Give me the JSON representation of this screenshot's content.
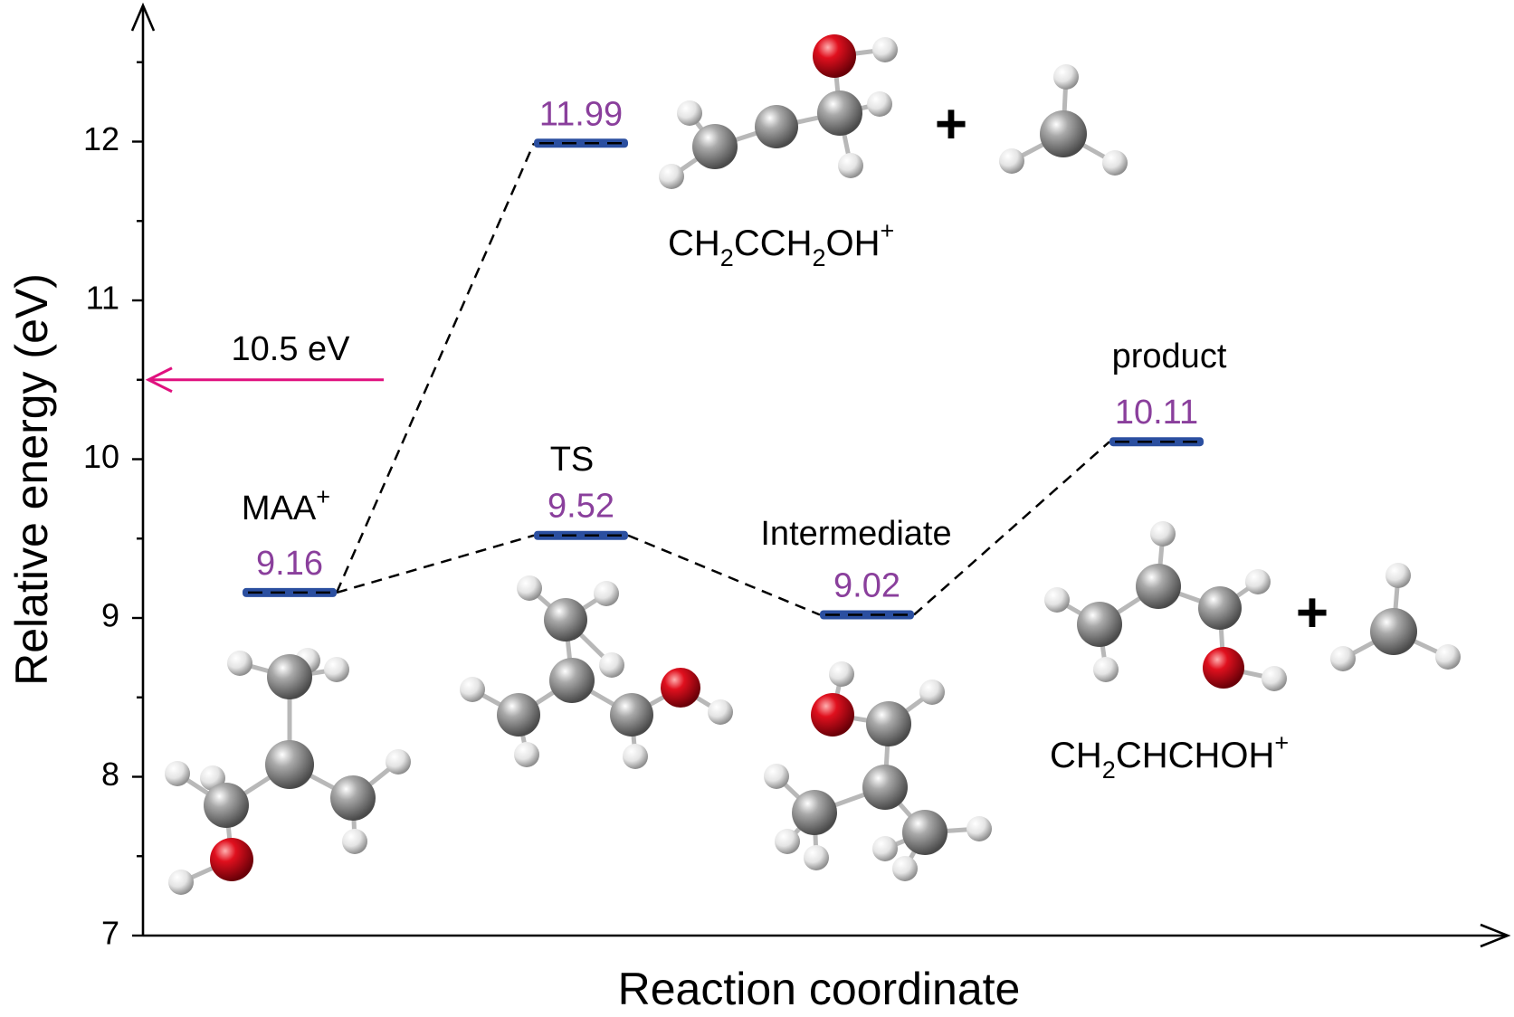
{
  "chart_data": {
    "type": "energy-level-diagram",
    "xlabel": "Reaction coordinate",
    "ylabel": "Relative energy (eV)",
    "ylim": [
      7,
      12.9
    ],
    "yticks": [
      7,
      8,
      9,
      10,
      11,
      12
    ],
    "ytick_labels": [
      "7",
      "8",
      "9",
      "10",
      "11",
      "12"
    ],
    "levels": [
      {
        "id": "maa",
        "label": "MAA",
        "label_sup": "+",
        "value": 9.16,
        "value_label": "9.16"
      },
      {
        "id": "ts",
        "label": "TS",
        "value": 9.52,
        "value_label": "9.52"
      },
      {
        "id": "intermediate",
        "label": "Intermediate",
        "value": 9.02,
        "value_label": "9.02"
      },
      {
        "id": "product",
        "label": "product",
        "value": 10.11,
        "value_label": "10.11"
      },
      {
        "id": "ch2cch2oh",
        "value": 11.99,
        "value_label": "11.99"
      }
    ],
    "paths": [
      [
        "maa",
        "ch2cch2oh"
      ],
      [
        "maa",
        "ts"
      ],
      [
        "ts",
        "intermediate"
      ],
      [
        "intermediate",
        "product"
      ]
    ],
    "annotations": [
      {
        "text": "10.5 eV",
        "value": 10.5,
        "type": "arrow-left",
        "color": "#e0117f"
      }
    ],
    "formulas": {
      "upper": {
        "parts": [
          "CH",
          "2",
          "CCH",
          "2",
          "OH",
          "+"
        ]
      },
      "lower": {
        "parts": [
          "CH",
          "2",
          "CHCHOH",
          "+"
        ]
      }
    },
    "plus_sign": "+",
    "colors": {
      "level_bar": "#2b4fa0",
      "value_label": "#8a3f9c",
      "arrow": "#e0117f",
      "carbon": "#8c8c8c",
      "oxygen": "#d0101c",
      "hydrogen": "#e8e8e8"
    }
  }
}
